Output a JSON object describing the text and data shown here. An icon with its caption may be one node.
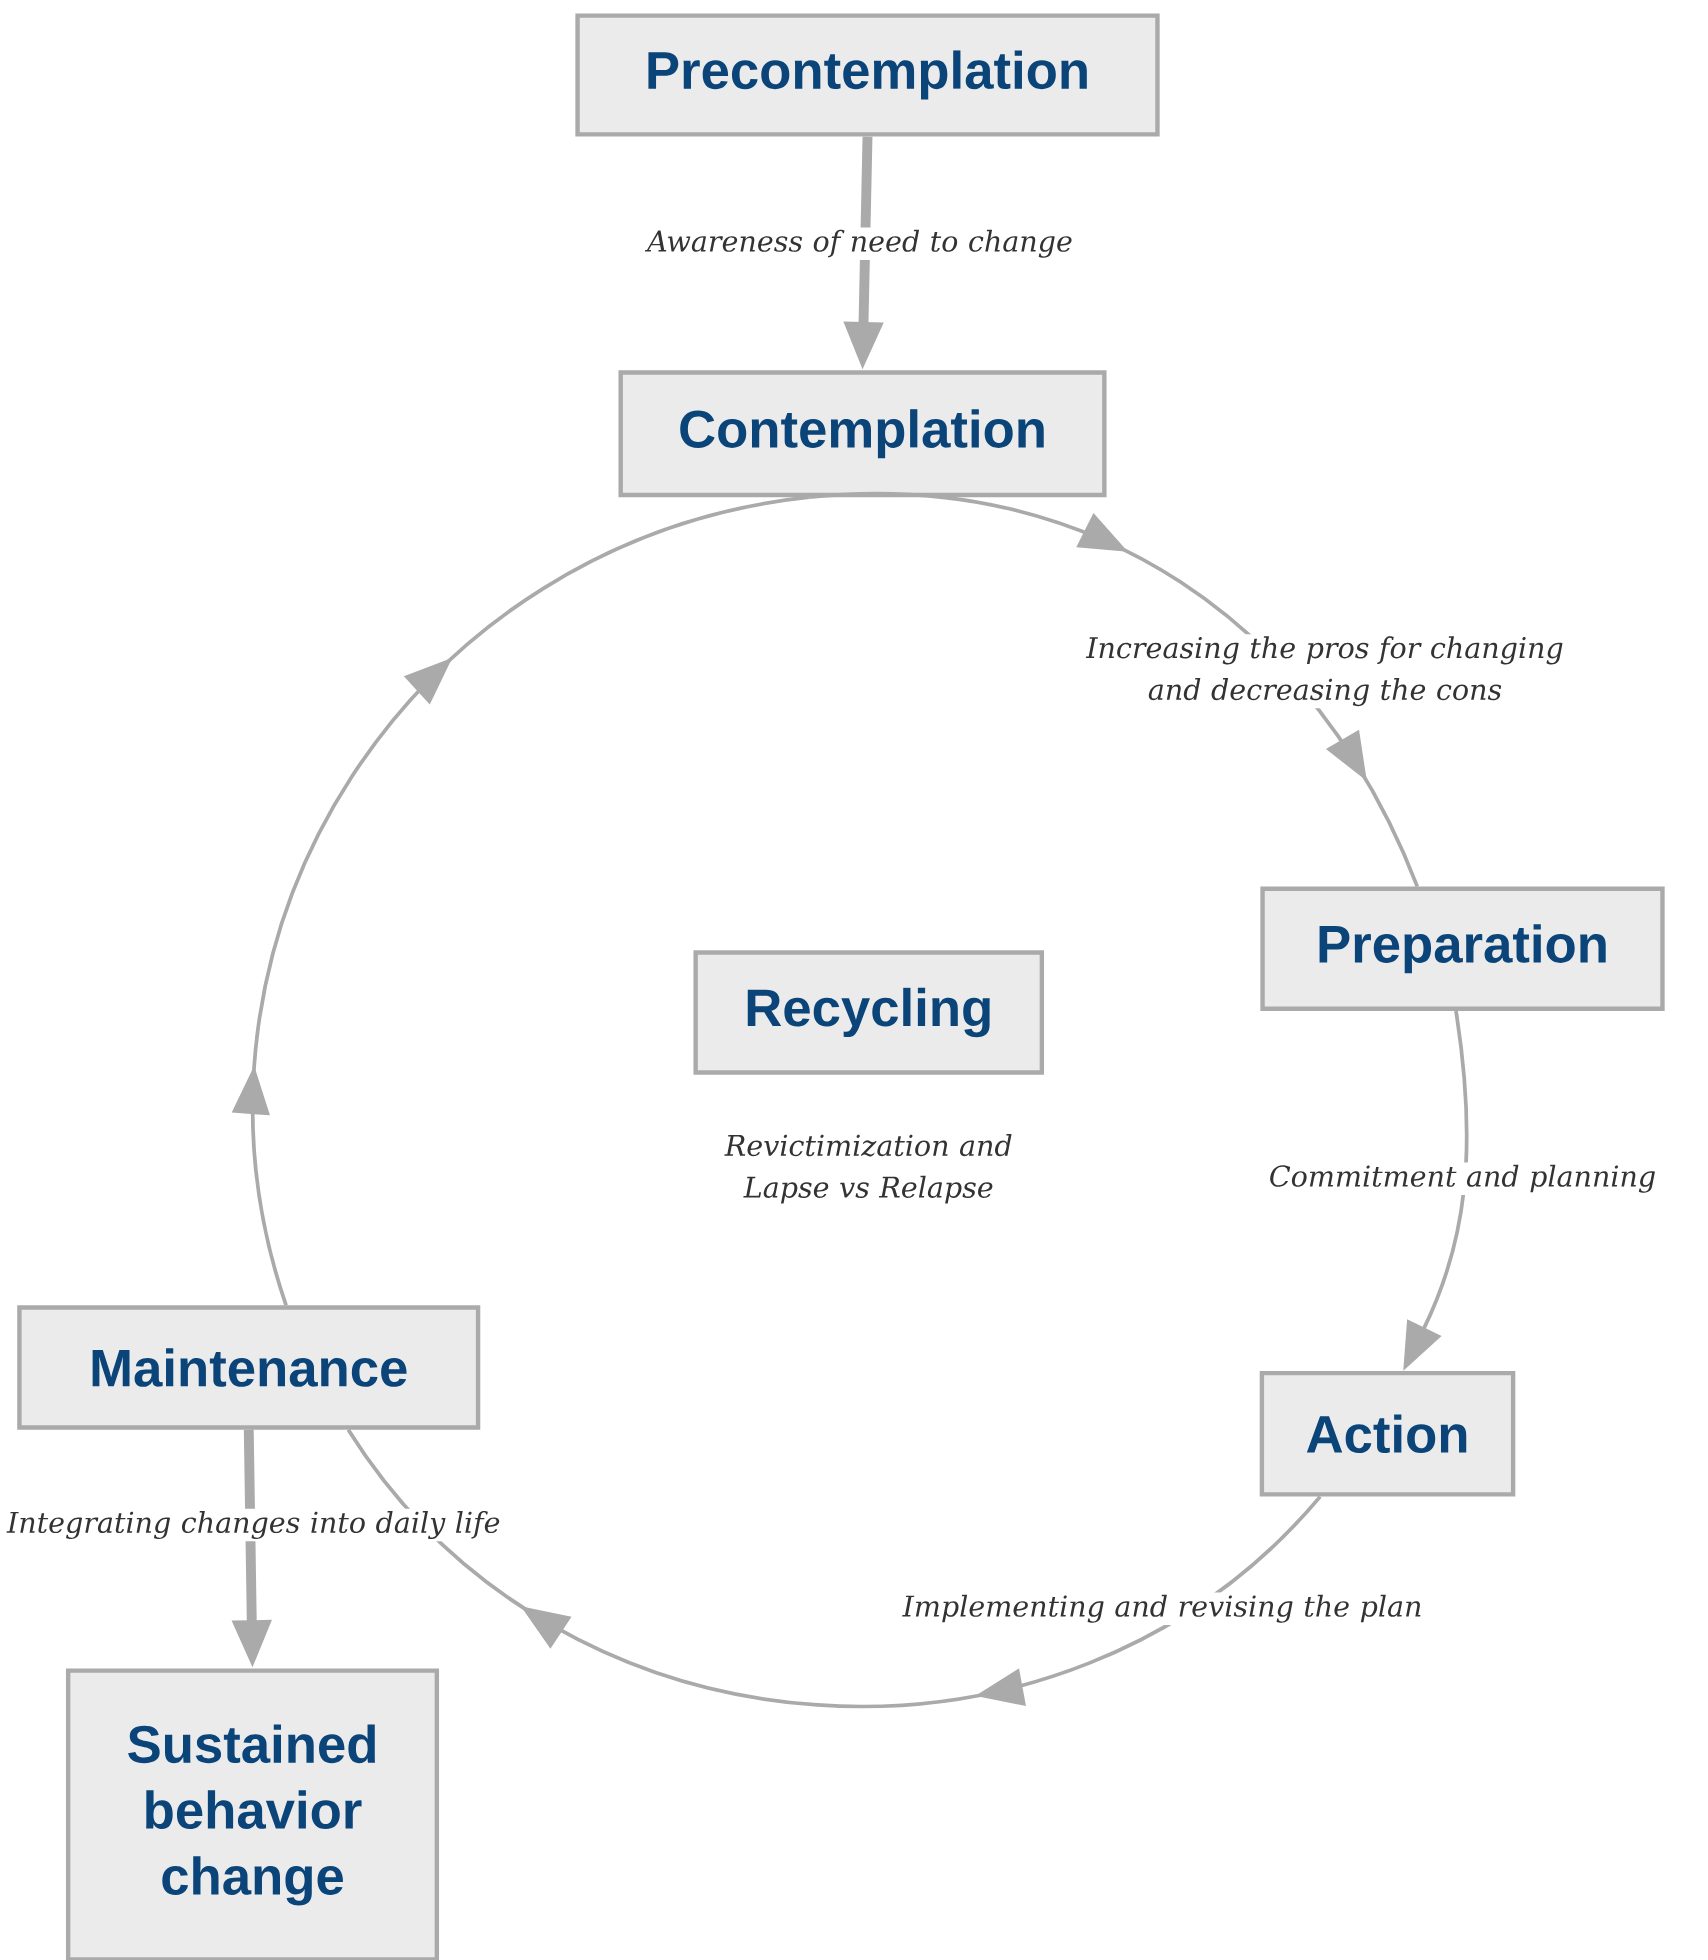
{
  "diagram": {
    "nodes": [
      {
        "text": [
          "Precontemplation"
        ]
      },
      {
        "text": [
          "Contemplation"
        ]
      },
      {
        "text": [
          "Preparation"
        ]
      },
      {
        "text": [
          "Recycling"
        ],
        "beside": [
          "Revictimization and Lapse vs Relapse"
        ]
      },
      {
        "text": [
          "Action"
        ]
      },
      {
        "text": [
          "Maintenance"
        ]
      },
      {
        "text": [
          "Sustained behavior change"
        ]
      }
    ],
    "edges": [
      {
        "from": 0,
        "to": 1,
        "arrow": "to",
        "label": "Awareness of need to change",
        "style": "thick"
      },
      {
        "from": 1,
        "to": 2,
        "arrow": "to",
        "label": "Increasing the pros for changing and decreasing the cons"
      },
      {
        "from": 2,
        "to": 4,
        "arrow": "to",
        "label": "Commitment and planning"
      },
      {
        "from": 4,
        "to": 5,
        "arrow": "to",
        "label": "Implementing and revising the plan"
      },
      {
        "from": 5,
        "to": 1,
        "arrow": "to"
      },
      {
        "from": 5,
        "to": 6,
        "arrow": "to",
        "label": "Integrating changes into daily life",
        "style": "thick"
      }
    ]
  }
}
